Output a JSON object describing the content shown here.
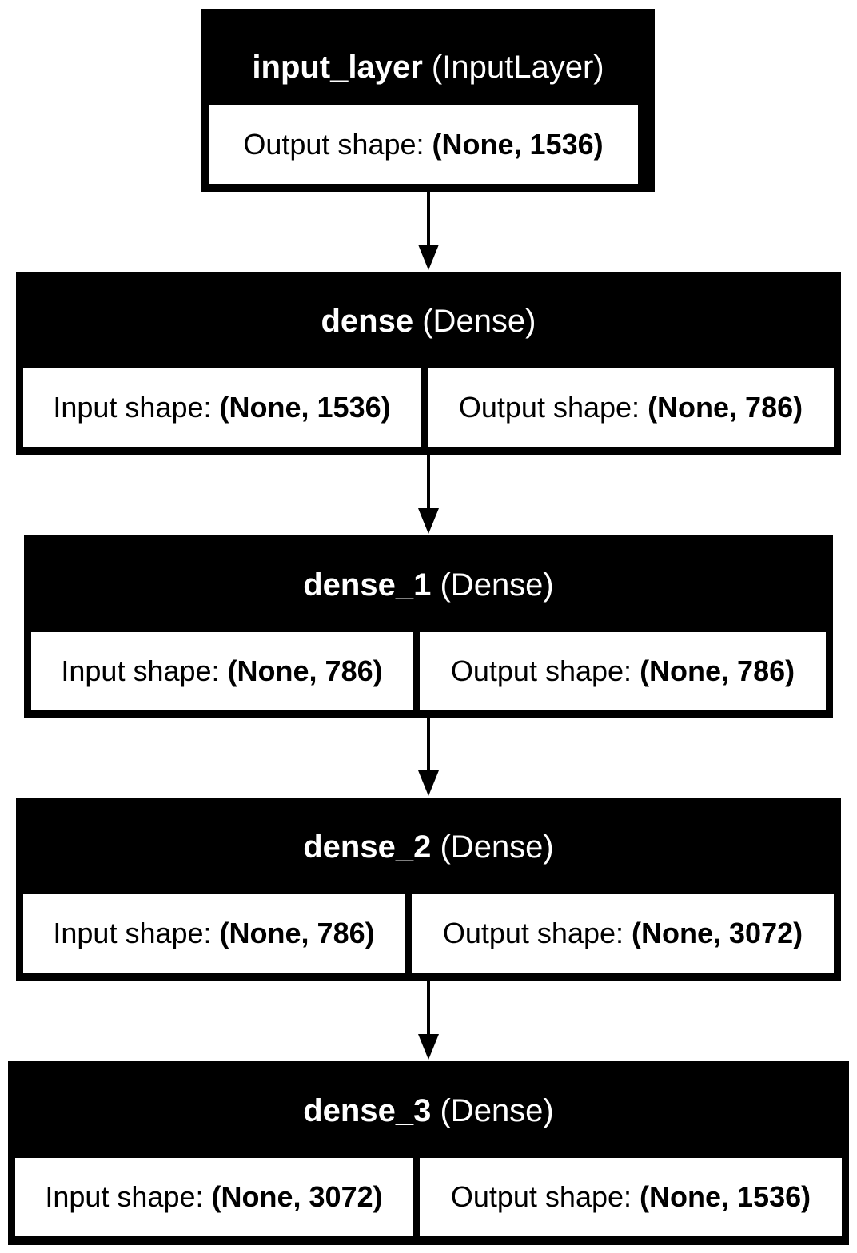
{
  "layers": [
    {
      "name": "input_layer",
      "type": "(InputLayer)",
      "input_label": "",
      "input_value": "",
      "output_label": "Output shape:",
      "output_value": "(None, 1536)"
    },
    {
      "name": "dense",
      "type": "(Dense)",
      "input_label": "Input shape:",
      "input_value": "(None, 1536)",
      "output_label": "Output shape:",
      "output_value": "(None, 786)"
    },
    {
      "name": "dense_1",
      "type": "(Dense)",
      "input_label": "Input shape:",
      "input_value": "(None, 786)",
      "output_label": "Output shape:",
      "output_value": "(None, 786)"
    },
    {
      "name": "dense_2",
      "type": "(Dense)",
      "input_label": "Input shape:",
      "input_value": "(None, 786)",
      "output_label": "Output shape:",
      "output_value": "(None, 3072)"
    },
    {
      "name": "dense_3",
      "type": "(Dense)",
      "input_label": "Input shape:",
      "input_value": "(None, 3072)",
      "output_label": "Output shape:",
      "output_value": "(None, 1536)"
    }
  ],
  "colors": {
    "node_fill": "#000000",
    "cell_fill": "#ffffff",
    "edge": "#000000"
  }
}
